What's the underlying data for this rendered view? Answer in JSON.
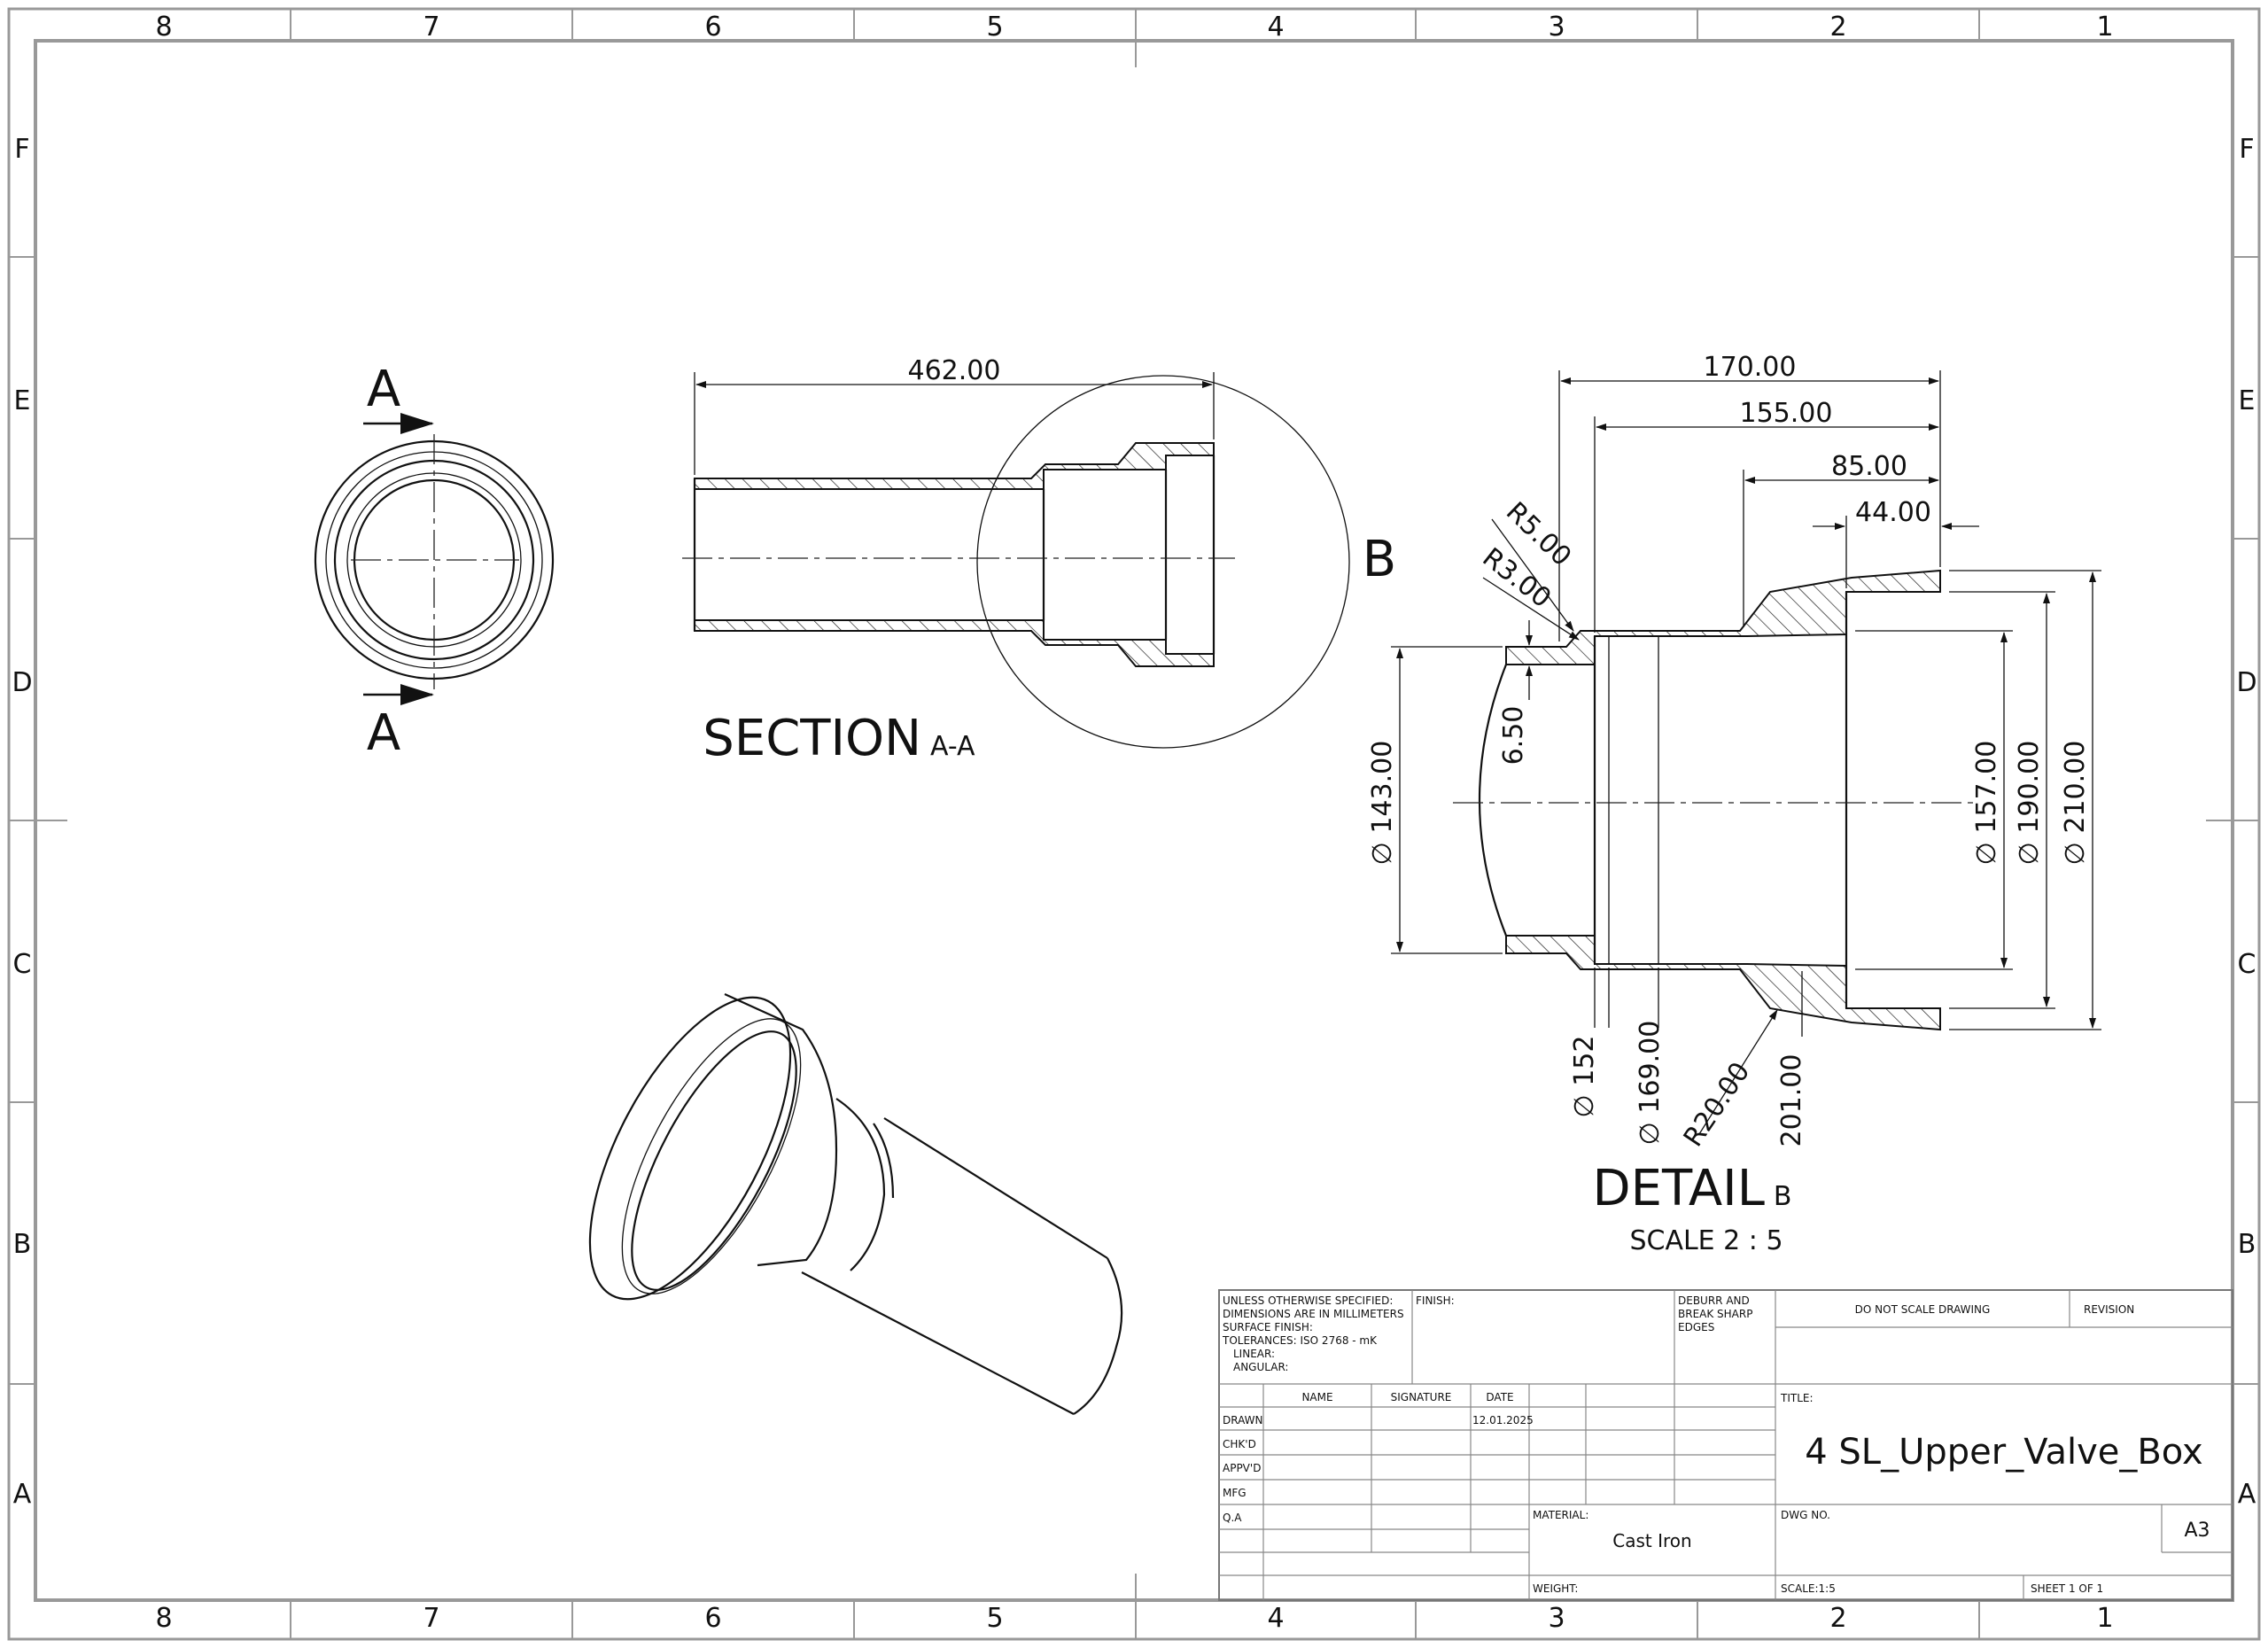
{
  "zones": {
    "columns": [
      "8",
      "7",
      "6",
      "5",
      "4",
      "3",
      "2",
      "1"
    ],
    "rows": [
      "F",
      "E",
      "D",
      "C",
      "B",
      "A"
    ]
  },
  "front_view": {
    "section_letter_top": "A",
    "section_letter_bottom": "A"
  },
  "section_view": {
    "title": "SECTION",
    "suffix": "A-A",
    "length_dim": "462.00",
    "detail_callout": "B"
  },
  "detail_view": {
    "title": "DETAIL",
    "suffix": "B",
    "scale": "SCALE 2 : 5",
    "dims": {
      "d170": "170.00",
      "d155": "155.00",
      "d85": "85.00",
      "d44": "44.00",
      "r5": "R5.00",
      "r3": "R3.00",
      "t650": "6.50",
      "dia143": "143.00",
      "dia157": "157.00",
      "dia190": "190.00",
      "dia210": "210.00",
      "dia152": "152",
      "dia169": "169.00",
      "r20": "R20.00",
      "d201": "201.00"
    },
    "dia_symbol": "∅"
  },
  "title_block": {
    "notes": [
      "UNLESS OTHERWISE SPECIFIED:",
      "DIMENSIONS ARE IN MILLIMETERS",
      "SURFACE FINISH:",
      "TOLERANCES: ISO 2768 - mK",
      "LINEAR:",
      "ANGULAR:"
    ],
    "finish_label": "FINISH:",
    "deburr": [
      "DEBURR AND",
      "BREAK SHARP",
      "EDGES"
    ],
    "do_not_scale": "DO NOT SCALE DRAWING",
    "revision_label": "REVISION",
    "col_name": "NAME",
    "col_signature": "SIGNATURE",
    "col_date": "DATE",
    "roles": [
      "DRAWN",
      "CHK'D",
      "APPV'D",
      "MFG",
      "Q.A"
    ],
    "drawn_date": "12.01.2025",
    "title_label": "TITLE:",
    "title_value": "4 SL_Upper_Valve_Box",
    "material_label": "MATERIAL:",
    "material_value": "Cast Iron",
    "dwg_no_label": "DWG NO.",
    "sheet_size": "A3",
    "weight_label": "WEIGHT:",
    "scale_label": "SCALE:1:5",
    "sheet_label": "SHEET 1 OF 1"
  }
}
